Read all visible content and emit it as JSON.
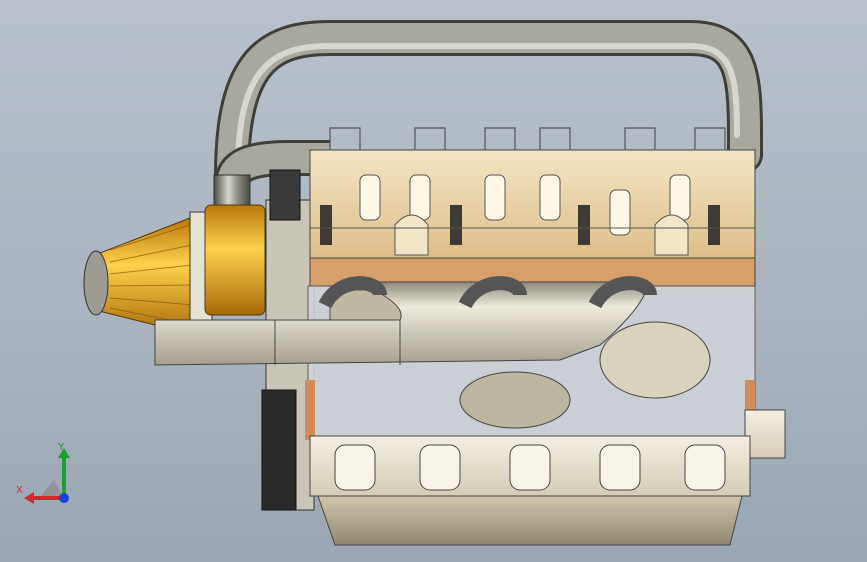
{
  "viewport": {
    "background_top": "#b8c1cc",
    "background_bottom": "#9aa6b3"
  },
  "model": {
    "name": "engine-assembly",
    "colors": {
      "pipe": "#8a8a80",
      "filter_gold": "#e0a21c",
      "cam_cover": "#e8cfa0",
      "block": "#e9e3d2",
      "outline": "#2a2a2a"
    }
  },
  "triad": {
    "x_label": "X",
    "y_label": "Y",
    "x_color": "#d62828",
    "y_color": "#1e9e2b",
    "z_color": "#1f3fd6"
  }
}
